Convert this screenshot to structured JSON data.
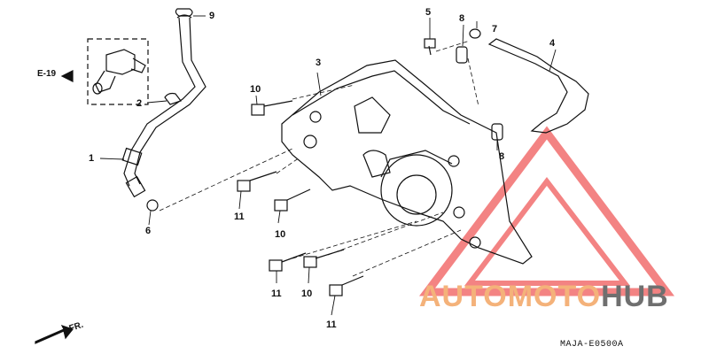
{
  "reference": "E-19",
  "direction": "FR.",
  "diagram_code": "MAJA-E0500A",
  "watermark": {
    "part1": "AUTOMOTO",
    "part2": "HUB",
    "color1": "#f4b27a",
    "color2": "#6f6f6f",
    "triangle_color": "#f05a5a"
  },
  "callouts": [
    {
      "id": "c1",
      "text": "1"
    },
    {
      "id": "c2",
      "text": "2"
    },
    {
      "id": "c3",
      "text": "3"
    },
    {
      "id": "c4",
      "text": "4"
    },
    {
      "id": "c5",
      "text": "5"
    },
    {
      "id": "c6",
      "text": "6"
    },
    {
      "id": "c7",
      "text": "7"
    },
    {
      "id": "c8a",
      "text": "8"
    },
    {
      "id": "c8b",
      "text": "8"
    },
    {
      "id": "c9",
      "text": "9"
    },
    {
      "id": "c10a",
      "text": "10"
    },
    {
      "id": "c10b",
      "text": "10"
    },
    {
      "id": "c10c",
      "text": "10"
    },
    {
      "id": "c11a",
      "text": "11"
    },
    {
      "id": "c11b",
      "text": "11"
    },
    {
      "id": "c11c",
      "text": "11"
    }
  ]
}
